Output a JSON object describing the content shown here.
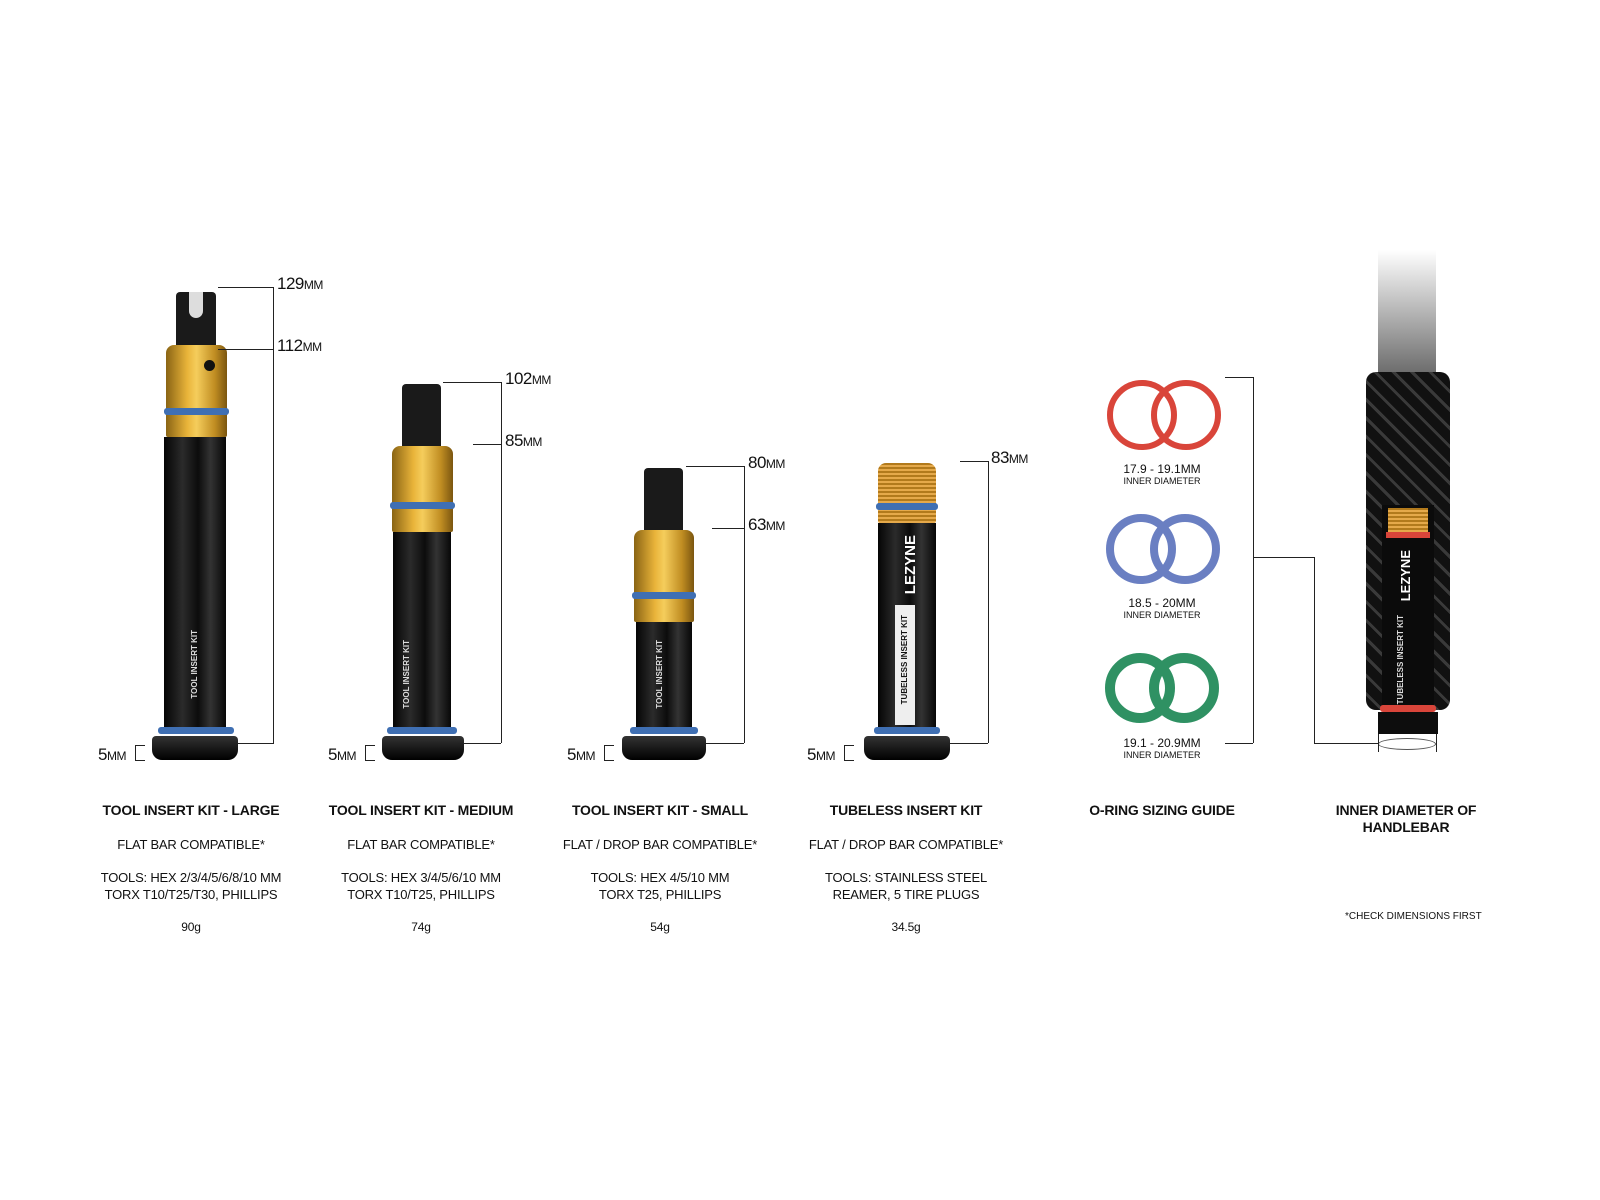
{
  "products": [
    {
      "title": "TOOL INSERT KIT - LARGE",
      "compat": "FLAT BAR COMPATIBLE*",
      "tools1": "TOOLS: HEX 2/3/4/5/6/8/10 MM",
      "tools2": "TORX T10/T25/T30, PHILLIPS",
      "weight": "90g",
      "dims": {
        "max": "129",
        "min": "112",
        "base": "5"
      },
      "side_text": "TOOL INSERT KIT"
    },
    {
      "title": "TOOL INSERT KIT - MEDIUM",
      "compat": "FLAT BAR COMPATIBLE*",
      "tools1": "TOOLS: HEX 3/4/5/6/10 MM",
      "tools2": "TORX T10/T25, PHILLIPS",
      "weight": "74g",
      "dims": {
        "max": "102",
        "min": "85",
        "base": "5"
      },
      "side_text": "TOOL INSERT KIT"
    },
    {
      "title": "TOOL INSERT KIT - SMALL",
      "compat": "FLAT / DROP BAR COMPATIBLE*",
      "tools1": "TOOLS: HEX 4/5/10 MM",
      "tools2": "TORX T25, PHILLIPS",
      "weight": "54g",
      "dims": {
        "max": "80",
        "min": "63",
        "base": "5"
      },
      "side_text": "TOOL INSERT KIT"
    },
    {
      "title": "TUBELESS INSERT KIT",
      "compat": "FLAT / DROP BAR COMPATIBLE*",
      "tools1": "TOOLS: STAINLESS STEEL",
      "tools2": "REAMER, 5 TIRE PLUGS",
      "weight": "34.5g",
      "dims": {
        "max": "83",
        "base": "5"
      },
      "side_text": "TUBELESS INSERT KIT",
      "logo": "LEZYNE"
    }
  ],
  "unit": "MM",
  "oring_guide": {
    "title": "O-RING SIZING GUIDE",
    "rings": [
      {
        "range": "17.9 - 19.1MM",
        "label": "INNER DIAMETER",
        "color": "#d9453a"
      },
      {
        "range": "18.5 - 20MM",
        "label": "INNER DIAMETER",
        "color": "#6a7fc2"
      },
      {
        "range": "19.1 - 20.9MM",
        "label": "INNER DIAMETER",
        "color": "#2f9163"
      }
    ]
  },
  "handlebar": {
    "title_line1": "INNER DIAMETER OF",
    "title_line2": "HANDLEBAR",
    "footnote": "*CHECK DIMENSIONS FIRST",
    "logo": "LEZYNE",
    "side_text": "TUBELESS INSERT KIT"
  },
  "colors": {
    "gold": "#e9b43a",
    "blue_oring": "#3f6fb3",
    "body": "#111111"
  }
}
